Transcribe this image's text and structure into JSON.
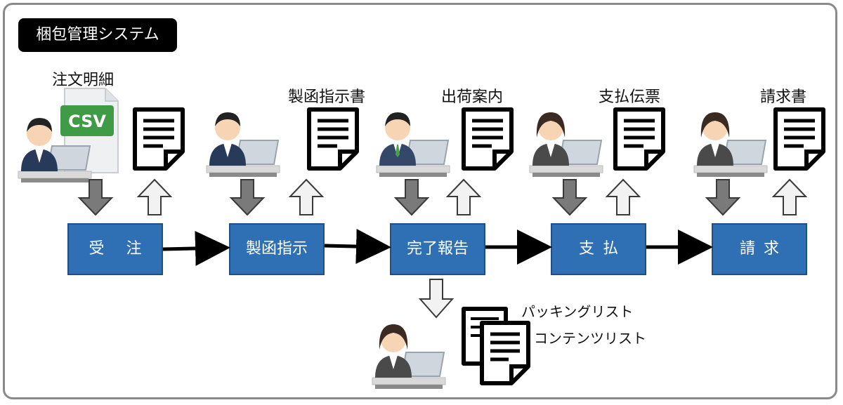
{
  "title": "梱包管理システム",
  "steps": [
    {
      "label": "受 注",
      "doc": "注文明細",
      "in_icon": "down-arrow-icon",
      "out_icon": "up-arrow-icon"
    },
    {
      "label": "製函指示",
      "doc": "製函指示書"
    },
    {
      "label": "完了報告",
      "doc": "出荷案内"
    },
    {
      "label": "支払",
      "doc": "支払伝票"
    },
    {
      "label": "請求",
      "doc": "請求書"
    }
  ],
  "csv_label": "CSV",
  "outputs": {
    "packing_list": "パッキングリスト",
    "contents_list": "コンテンツリスト"
  },
  "colors": {
    "box_fill": "#2f6fb4",
    "csv_green": "#3f9b45",
    "arrow_dark": "#7a7a7a",
    "arrow_light": "#f0f0f0"
  }
}
